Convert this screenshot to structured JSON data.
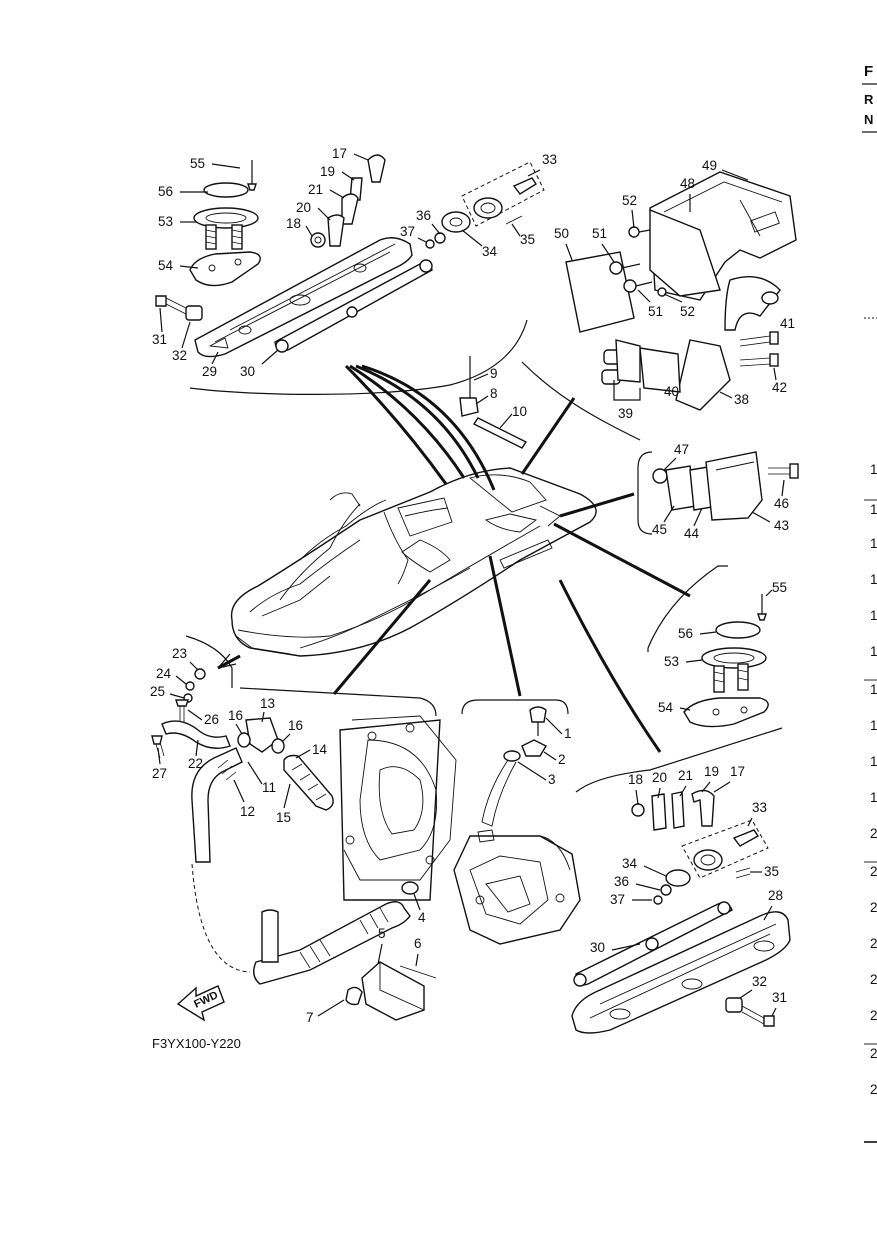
{
  "figure_code": "F3YX100-Y220",
  "fwd_label": "FWD",
  "right_edge": {
    "top_letters": [
      "F",
      "R",
      "N"
    ],
    "row_digits": [
      "1",
      "1",
      "1",
      "1",
      "1",
      "1",
      "1",
      "1",
      "1",
      "1",
      "2",
      "2",
      "2",
      "2",
      "2",
      "2",
      "2",
      "2"
    ]
  },
  "callouts": {
    "topleft": [
      "55",
      "56",
      "53",
      "54",
      "31",
      "32",
      "29",
      "30",
      "17",
      "19",
      "21",
      "20",
      "18"
    ],
    "topmid": [
      "33",
      "36",
      "37",
      "34",
      "35"
    ],
    "topright": [
      "49",
      "48",
      "52",
      "51",
      "50",
      "51",
      "52",
      "41",
      "42",
      "38",
      "40",
      "39"
    ],
    "midtop": [
      "9",
      "8",
      "10"
    ],
    "midright": [
      "47",
      "46",
      "45",
      "44",
      "43"
    ],
    "rightmid": [
      "55",
      "56",
      "53",
      "54"
    ],
    "leftmid": [
      "23",
      "24",
      "25",
      "26",
      "27",
      "22",
      "16",
      "13",
      "16",
      "14",
      "11",
      "12",
      "15"
    ],
    "bottomleft": [
      "4",
      "5",
      "6",
      "7"
    ],
    "bottommid": [
      "1",
      "2",
      "3"
    ],
    "bottomright": [
      "18",
      "20",
      "21",
      "19",
      "17",
      "33",
      "34",
      "35",
      "36",
      "37",
      "28",
      "30",
      "32",
      "31"
    ]
  }
}
